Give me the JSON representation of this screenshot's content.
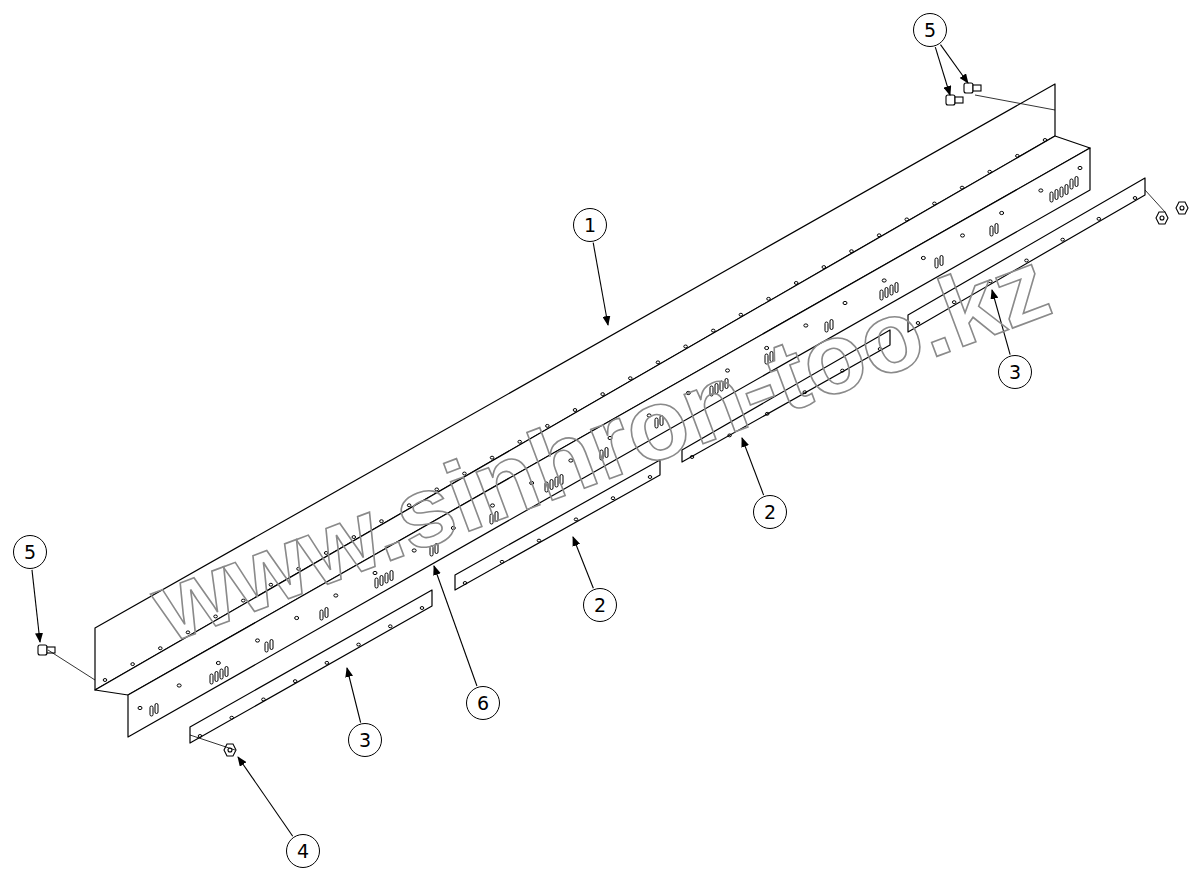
{
  "diagram": {
    "nodes": [
      {
        "text": [
          "5"
        ]
      },
      {
        "text": [
          "1"
        ]
      },
      {
        "text": [
          "3"
        ]
      },
      {
        "text": [
          "2"
        ]
      },
      {
        "text": [
          "5"
        ]
      },
      {
        "text": [
          "2"
        ]
      },
      {
        "text": [
          "6"
        ]
      },
      {
        "text": [
          "3"
        ]
      },
      {
        "text": [
          "4"
        ]
      }
    ],
    "labels": [
      "www.sinhron-too.kz"
    ]
  }
}
